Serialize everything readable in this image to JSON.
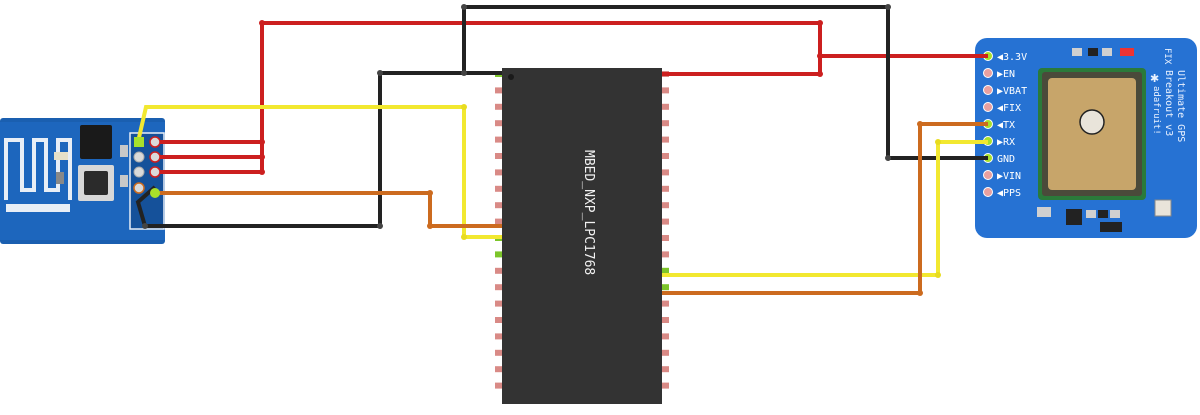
{
  "mbed": {
    "label": "MBED_NXP_LPC1768",
    "body_color": "#333333",
    "pin_color": "#d98a86",
    "left_pin_count": 20,
    "right_pin_count": 20
  },
  "esp": {
    "board_color": "#1a5fb0"
  },
  "gps": {
    "title_lines": [
      "Ultimate GPS",
      "Breakout v3"
    ],
    "brand": "adafruit!",
    "fix_label": "FIX",
    "board_color": "#2672d3",
    "pins": [
      "3.3V",
      "EN",
      "VBAT",
      "FIX",
      "TX",
      "RX",
      "GND",
      "VIN",
      "PPS"
    ],
    "pin_arrows": [
      "◀",
      "▶",
      "▶",
      "◀",
      "◀",
      "▶",
      "",
      "▶",
      "◀"
    ]
  },
  "wires": [
    {
      "name": "power-3v3",
      "color": "#cc1f1f"
    },
    {
      "name": "ground",
      "color": "#222222"
    },
    {
      "name": "esp-yellow",
      "color": "#f2e830"
    },
    {
      "name": "esp-orange",
      "color": "#cc6b1f"
    },
    {
      "name": "gps-yellow",
      "color": "#f2e830"
    },
    {
      "name": "gps-orange",
      "color": "#cc6b1f"
    }
  ]
}
